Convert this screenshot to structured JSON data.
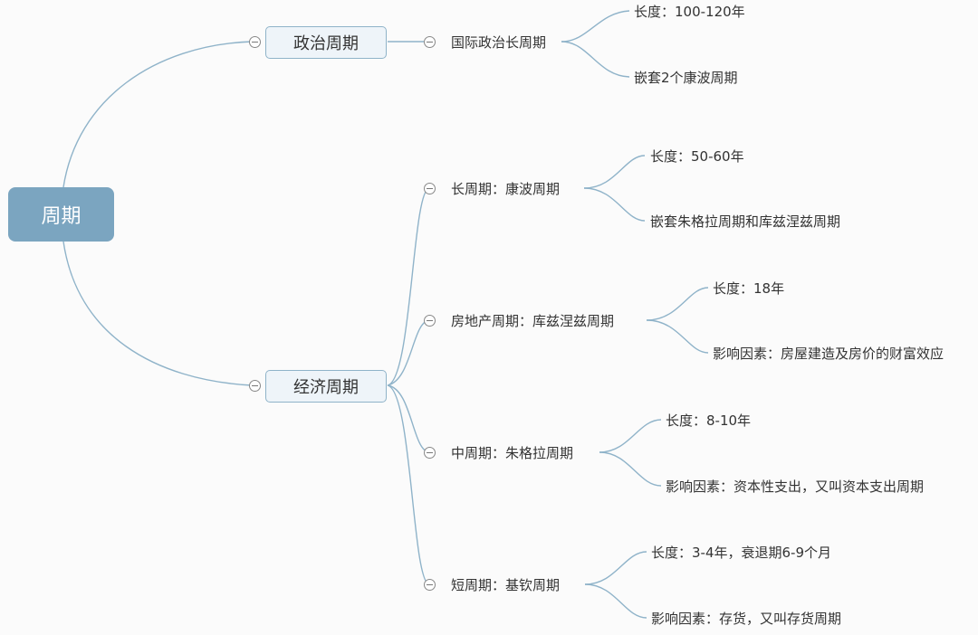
{
  "root": {
    "label": "周期"
  },
  "politics": {
    "label": "政治周期",
    "children": [
      {
        "label": "国际政治长周期",
        "details": [
          "长度：100-120年",
          "嵌套2个康波周期"
        ]
      }
    ]
  },
  "economy": {
    "label": "经济周期",
    "children": [
      {
        "label": "长周期：康波周期",
        "details": [
          "长度：50-60年",
          "嵌套朱格拉周期和库兹涅兹周期"
        ]
      },
      {
        "label": "房地产周期：库兹涅兹周期",
        "details": [
          "长度：18年",
          "影响因素：房屋建造及房价的财富效应"
        ]
      },
      {
        "label": "中周期：朱格拉周期",
        "details": [
          "长度：8-10年",
          "影响因素：资本性支出，又叫资本支出周期"
        ]
      },
      {
        "label": "短周期：基钦周期",
        "details": [
          "长度：3-4年，衰退期6-9个月",
          "影响因素：存货，又叫存货周期"
        ]
      }
    ]
  },
  "colors": {
    "root_fill": "#7ba5c0",
    "line": "#8fb3c9",
    "node_fill": "#eef4f9"
  }
}
